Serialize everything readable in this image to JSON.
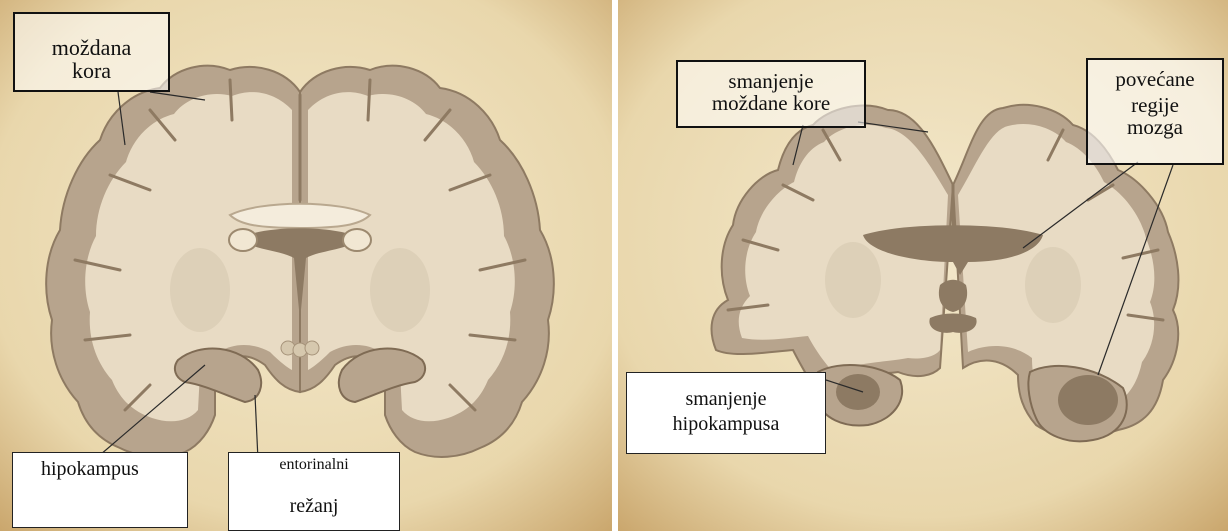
{
  "labels": {
    "left": {
      "cortex": [
        "moždana",
        "kora"
      ],
      "hippocampus": "hipokampus",
      "entorhinal": [
        "entorinalni",
        "režanj"
      ]
    },
    "right": {
      "cortex_shrink": [
        "smanjenje",
        "moždane kore"
      ],
      "ventricles": [
        "povećane",
        "regije",
        "mozga"
      ],
      "hippo_shrink": [
        "smanjenje",
        "hipokampusa"
      ]
    }
  },
  "colors": {
    "background": "#efe1bf",
    "grey_matter": "#b7a48d",
    "white_matter": "#e8dbc4",
    "ventricle": "#8d7a63",
    "label_line": "#2a2a2a"
  }
}
